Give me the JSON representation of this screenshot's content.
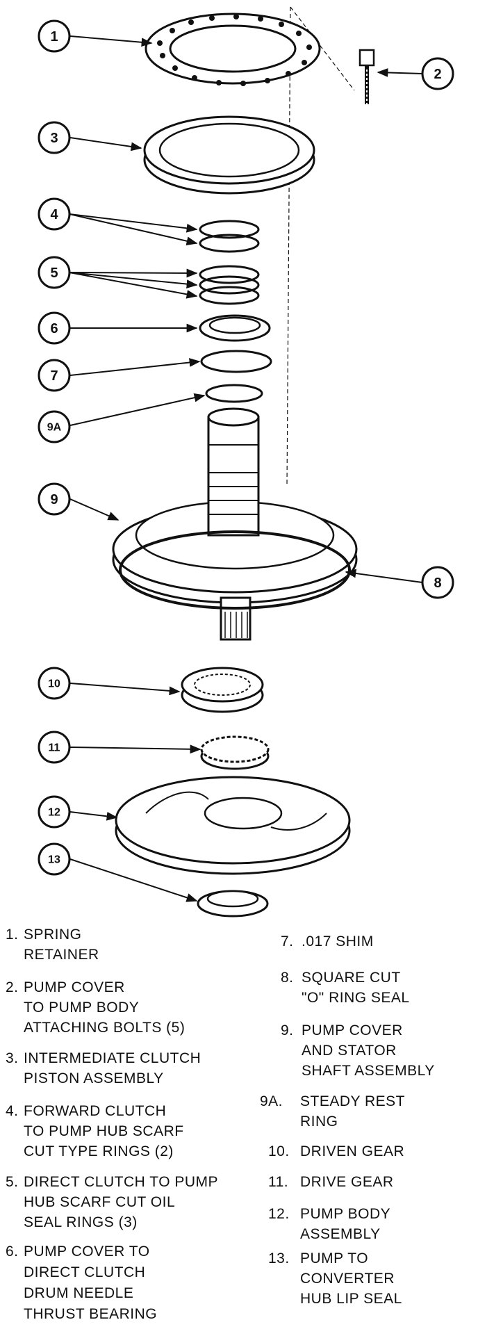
{
  "callouts": [
    {
      "label": "1"
    },
    {
      "label": "2"
    },
    {
      "label": "3"
    },
    {
      "label": "4"
    },
    {
      "label": "5"
    },
    {
      "label": "6"
    },
    {
      "label": "7"
    },
    {
      "label": "9A"
    },
    {
      "label": "9"
    },
    {
      "label": "8"
    },
    {
      "label": "10"
    },
    {
      "label": "11"
    },
    {
      "label": "12"
    },
    {
      "label": "13"
    }
  ],
  "legend": [
    {
      "num": "1.",
      "text": "SPRING\nRETAINER"
    },
    {
      "num": "2.",
      "text": "PUMP COVER\nTO PUMP BODY\nATTACHING BOLTS (5)"
    },
    {
      "num": "3.",
      "text": "INTERMEDIATE CLUTCH\nPISTON ASSEMBLY"
    },
    {
      "num": "4.",
      "text": "FORWARD CLUTCH\nTO PUMP HUB SCARF\nCUT TYPE RINGS (2)"
    },
    {
      "num": "5.",
      "text": "DIRECT CLUTCH TO PUMP\nHUB SCARF CUT OIL\nSEAL RINGS (3)"
    },
    {
      "num": "6.",
      "text": "PUMP COVER TO\nDIRECT CLUTCH\nDRUM NEEDLE\nTHRUST BEARING"
    },
    {
      "num": "7.",
      "text": ".017 SHIM"
    },
    {
      "num": "8.",
      "text": "SQUARE CUT\n\"O\" RING SEAL"
    },
    {
      "num": "9.",
      "text": "PUMP COVER\nAND STATOR\nSHAFT ASSEMBLY"
    },
    {
      "num": "9A.",
      "text": "STEADY REST\nRING"
    },
    {
      "num": "10.",
      "text": "DRIVEN GEAR"
    },
    {
      "num": "11.",
      "text": "DRIVE GEAR"
    },
    {
      "num": "12.",
      "text": "PUMP BODY\nASSEMBLY"
    },
    {
      "num": "13.",
      "text": "PUMP TO\nCONVERTER\nHUB LIP SEAL"
    }
  ]
}
